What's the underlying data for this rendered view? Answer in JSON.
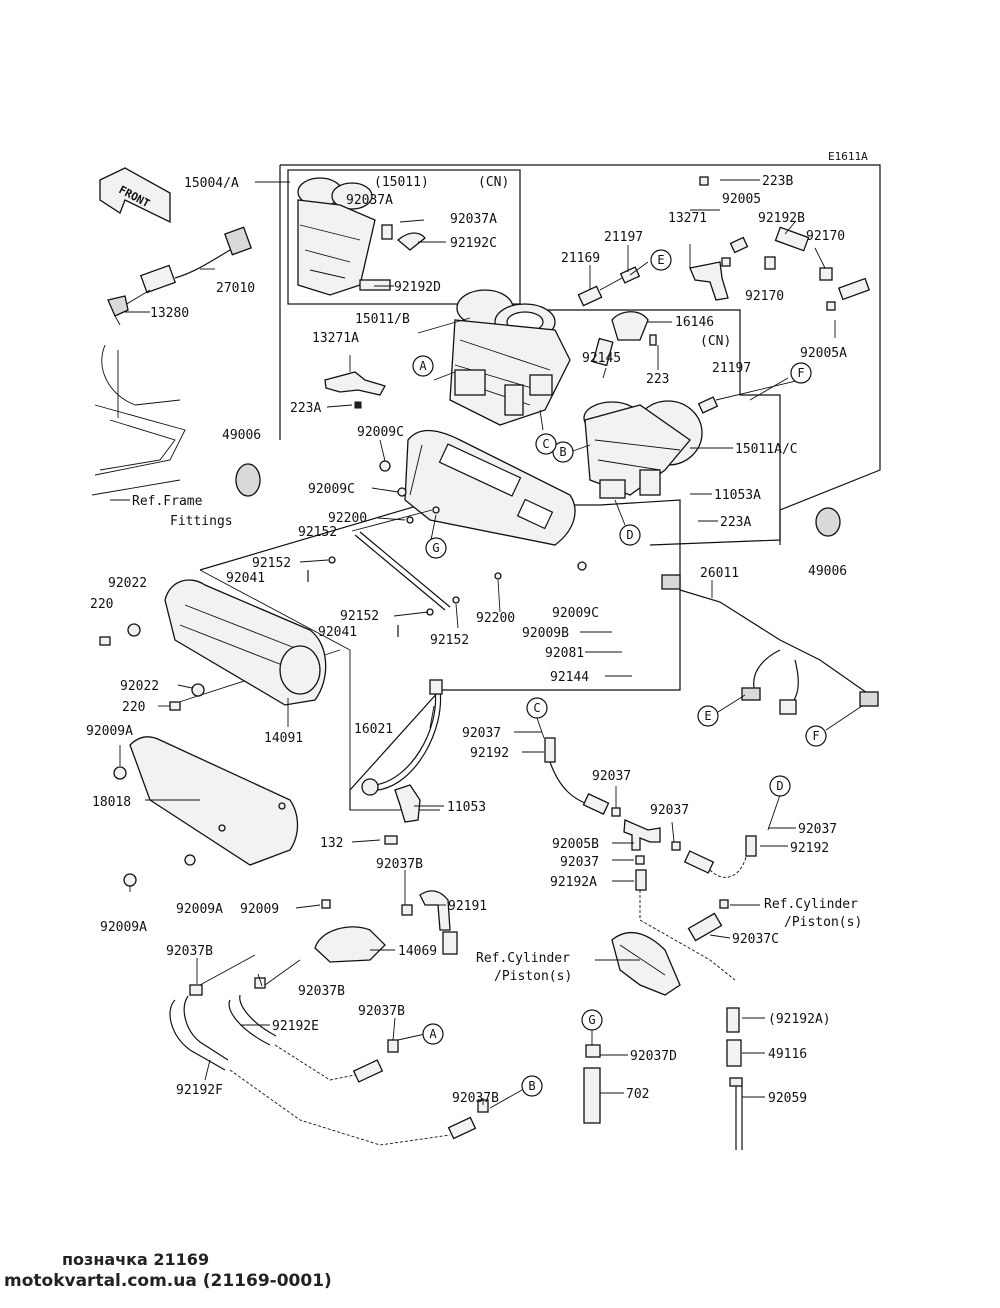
{
  "diagram_code": "E1611A",
  "front_label": "FRONT",
  "labels": {
    "l15004A": "15004/A",
    "l15011cn": "(15011)",
    "lcn1": "(CN)",
    "l92037A_1": "92037A",
    "l92037A_2": "92037A",
    "l92192C": "92192C",
    "l92192D": "92192D",
    "l27010": "27010",
    "l13280": "13280",
    "l15011B": "15011/B",
    "l13271A": "13271A",
    "l223A_1": "223A",
    "l49006_1": "49006",
    "lRefFrame1": "Ref.Frame",
    "lRefFrame2": "Fittings",
    "l223B": "223B",
    "l92005": "92005",
    "l13271": "13271",
    "l92192B": "92192B",
    "l21197_1": "21197",
    "l92170_1": "92170",
    "l21169": "21169",
    "l92170_2": "92170",
    "l16146": "16146",
    "l92005A": "92005A",
    "lcn2": "(CN)",
    "l92145": "92145",
    "l223_1": "223",
    "l21197_2": "21197",
    "l15011AC": "15011A/C",
    "l11053A": "11053A",
    "l223A_2": "223A",
    "l49006_2": "49006",
    "l92009C_1": "92009C",
    "l92009C_2": "92009C",
    "l92200_1": "92200",
    "l92152_1": "92152",
    "l92152_2": "92152",
    "l92041_1": "92041",
    "l92022_1": "92022",
    "l220_1": "220",
    "l92152_3": "92152",
    "l92041_2": "92041",
    "l92152_4": "92152",
    "l92200_2": "92200",
    "l92009C_3": "92009C",
    "l92009B": "92009B",
    "l92081": "92081",
    "l92144": "92144",
    "l26011": "26011",
    "l92022_2": "92022",
    "l220_2": "220",
    "l14091": "14091",
    "l16021": "16021",
    "l92037_1": "92037",
    "l92192_1": "92192",
    "l92009A_1": "92009A",
    "l18018": "18018",
    "l11053": "11053",
    "l132": "132",
    "l92037_2": "92037",
    "l92037_3": "92037",
    "l92005B": "92005B",
    "l92037_4": "92037",
    "l92192A": "92192A",
    "l92037_5": "92037",
    "l92192_2": "92192",
    "l92009A_2": "92009A",
    "l92009A_3": "92009A",
    "l92009": "92009",
    "l92037B_1": "92037B",
    "l92191": "92191",
    "l14069": "14069",
    "l92037B_2": "92037B",
    "l92037B_3": "92037B",
    "l92192E": "92192E",
    "l92037B_4": "92037B",
    "l92192F": "92192F",
    "l92037B_5": "92037B",
    "lRefCyl1a": "Ref.Cylinder",
    "lRefCyl1b": "/Piston(s)",
    "lRefCyl2a": "Ref.Cylinder",
    "lRefCyl2b": "/Piston(s)",
    "l92037C": "92037C",
    "l92192Ap": "(92192A)",
    "l49116": "49116",
    "l92037D": "92037D",
    "l702": "702",
    "l92059": "92059"
  },
  "connectors": {
    "A1": "A",
    "A2": "A",
    "B1": "B",
    "B2": "B",
    "C1": "C",
    "C2": "C",
    "D1": "D",
    "D2": "D",
    "E1": "E",
    "E2": "E",
    "F1": "F",
    "F2": "F",
    "G1": "G",
    "G2": "G"
  },
  "footer": {
    "caption": "позначка 21169",
    "source": "motokvartal.com.ua (21169-0001)"
  }
}
